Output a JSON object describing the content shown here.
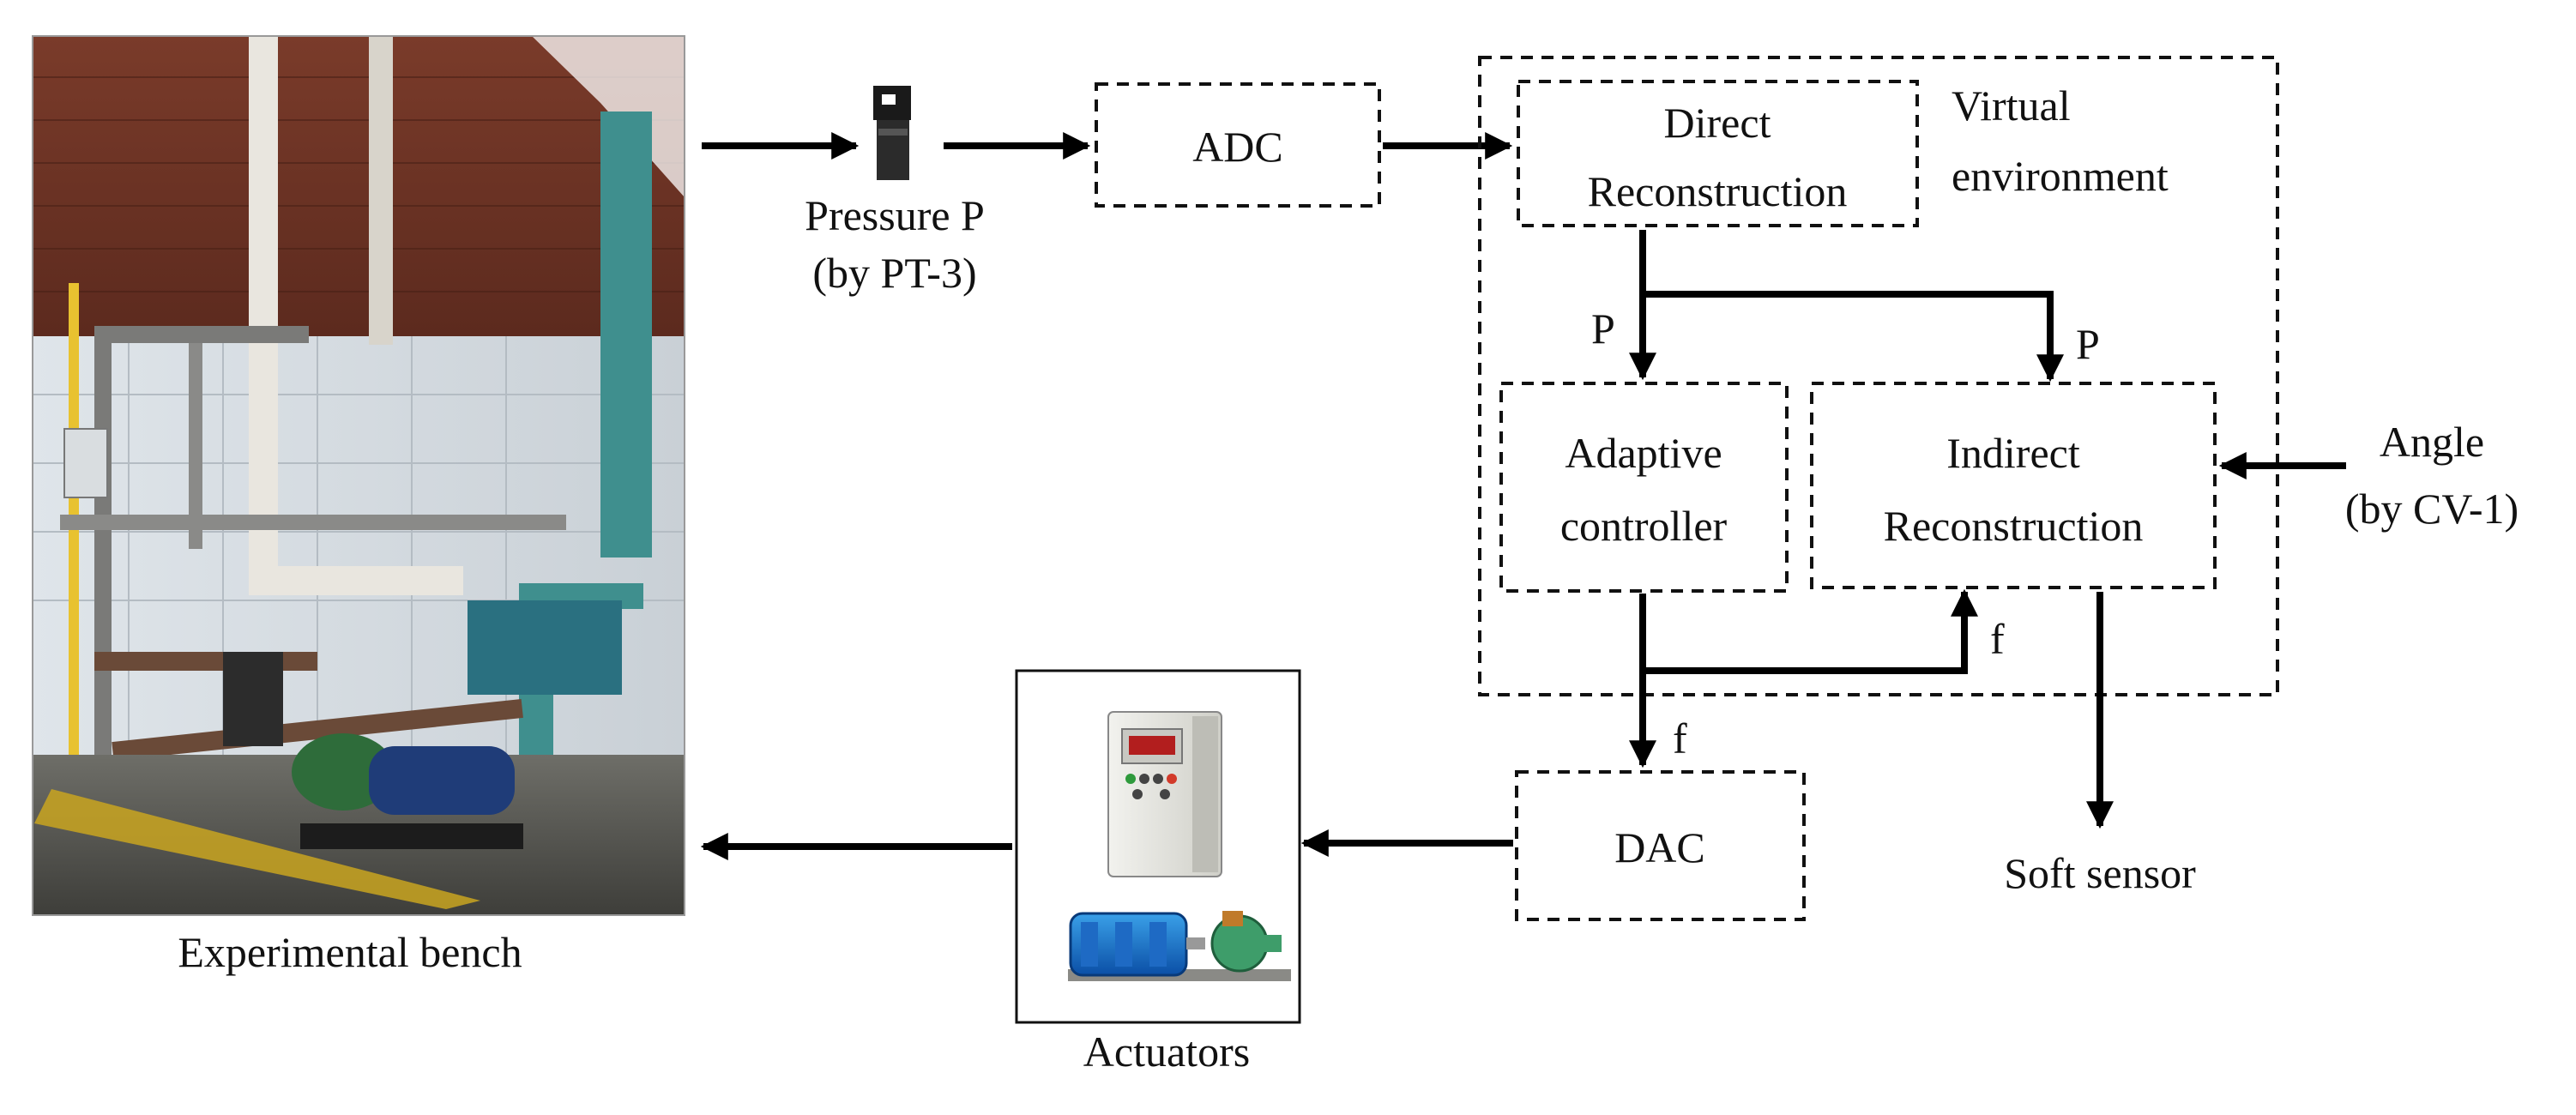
{
  "labels": {
    "experimental_bench": "Experimental bench",
    "pressure_line1": "Pressure P",
    "pressure_line2": "(by PT-3)",
    "adc": "ADC",
    "direct_line1": "Direct",
    "direct_line2": "Reconstruction",
    "virtual_line1": "Virtual",
    "virtual_line2": "environment",
    "p_left": "P",
    "p_right": "P",
    "adaptive_line1": "Adaptive",
    "adaptive_line2": "controller",
    "indirect_line1": "Indirect",
    "indirect_line2": "Reconstruction",
    "angle_line1": "Angle",
    "angle_line2": "(by CV-1)",
    "f_upper": "f",
    "f_lower": "f",
    "dac": "DAC",
    "soft_sensor": "Soft sensor",
    "actuators": "Actuators"
  }
}
